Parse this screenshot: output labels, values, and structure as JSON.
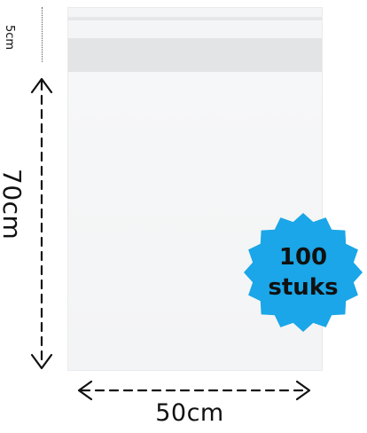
{
  "dimensions": {
    "flap_label": "5cm",
    "height_label": "70cm",
    "width_label": "50cm"
  },
  "badge": {
    "quantity": "100",
    "unit": "stuks",
    "color": "#1aa6e8"
  },
  "product": {
    "bag_color": "#f4f5f6",
    "flap_color": "#e3e4e5"
  }
}
